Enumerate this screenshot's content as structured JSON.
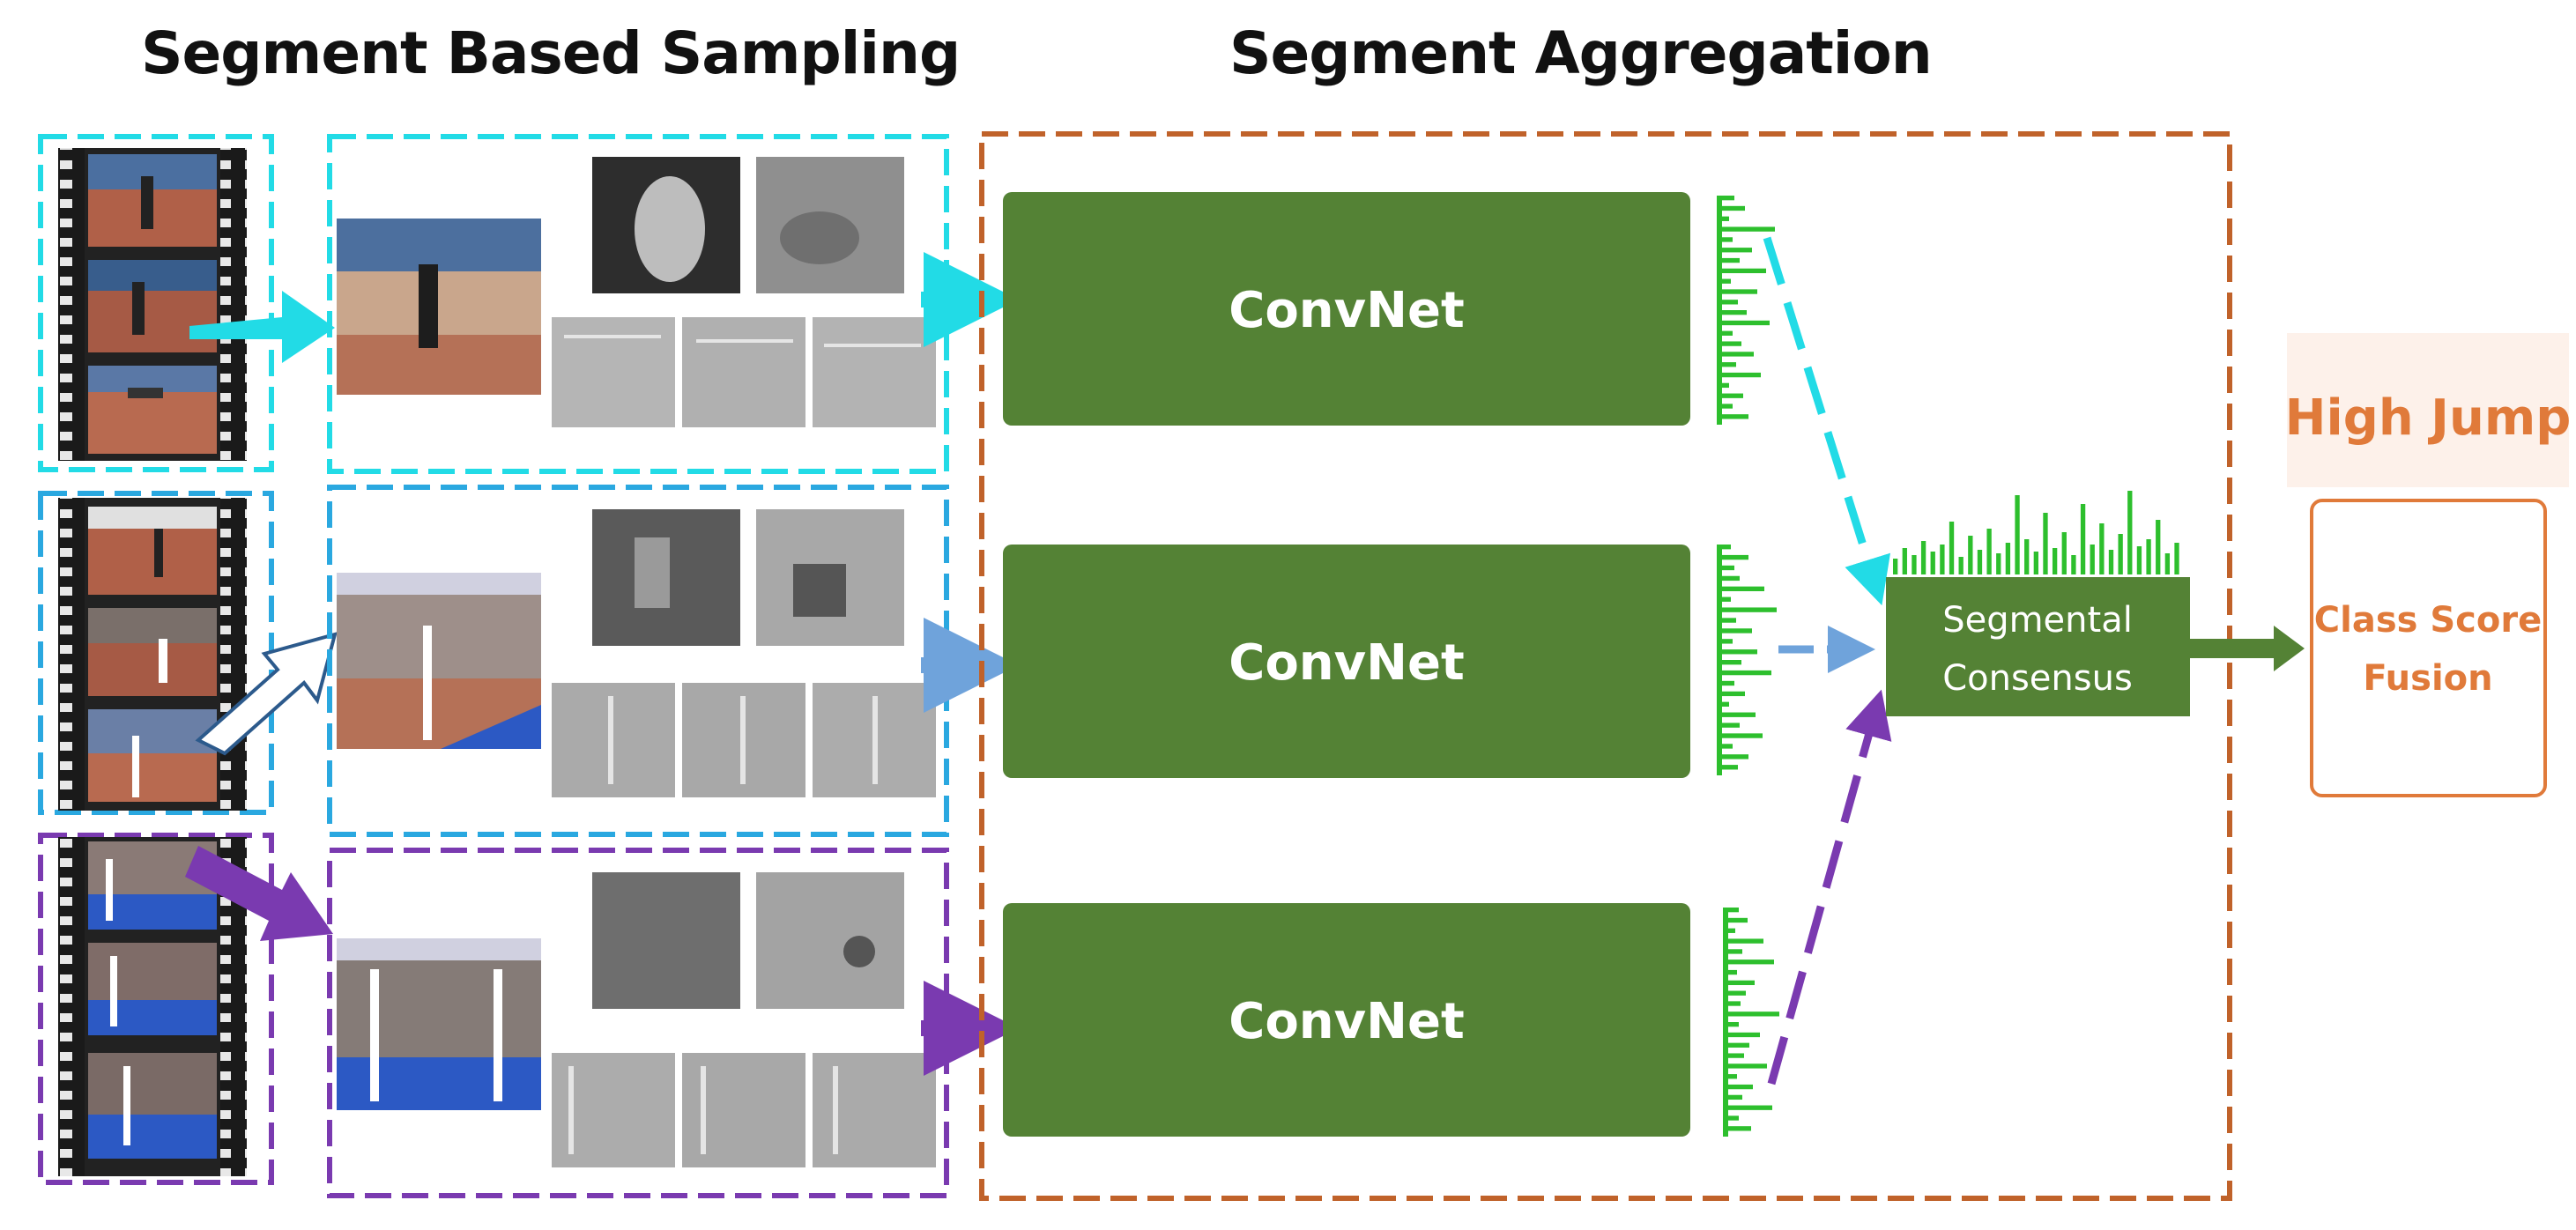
{
  "headings": {
    "sampling": "Segment Based Sampling",
    "aggregation": "Segment Aggregation"
  },
  "segments": [
    {
      "color": "#22dbe6",
      "convnet_label": "ConvNet"
    },
    {
      "color": "#2aa8e0",
      "convnet_label": "ConvNet"
    },
    {
      "color": "#7a3ab0",
      "convnet_label": "ConvNet"
    }
  ],
  "consensus": {
    "line1": "Segmental",
    "line2": "Consensus"
  },
  "output": {
    "label": "High Jump",
    "fusion_line1": "Class Score",
    "fusion_line2": "Fusion"
  },
  "colors": {
    "convnet_green": "#548235",
    "score_green": "#2dbf2d",
    "aggregation_border": "#c0622a",
    "label_orange": "#e07a3a",
    "segment2_arrow": "#6fa3db"
  }
}
